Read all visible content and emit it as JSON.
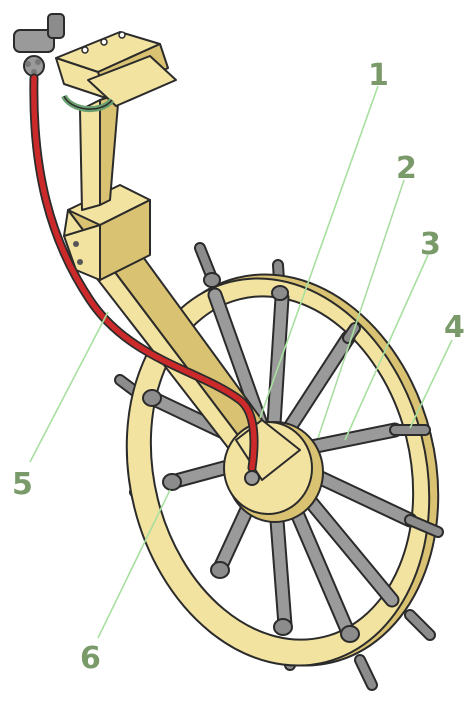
{
  "callouts": [
    {
      "label": "1"
    },
    {
      "label": "2"
    },
    {
      "label": "3"
    },
    {
      "label": "4"
    },
    {
      "label": "5"
    },
    {
      "label": "6"
    }
  ],
  "colors": {
    "callout_text": "#7a9a6a",
    "leader_line": "#a8e0a0",
    "wood": "#f3e3a0",
    "wood_shadow": "#d9c272",
    "metal": "#9a9a9a",
    "cable": "#cc2a2a",
    "clamp": "#6aa070",
    "outline": "#2b2b2b"
  },
  "icons": {
    "main": "waterwheel-measuring-device-icon"
  }
}
